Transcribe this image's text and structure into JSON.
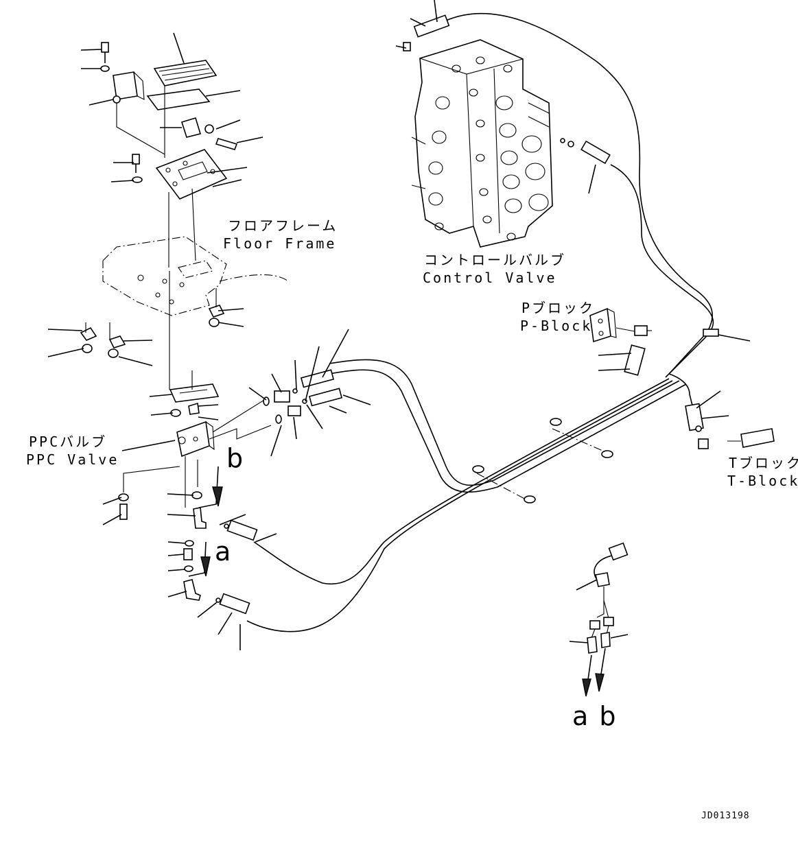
{
  "labels": {
    "floor_frame_ja": "フロアフレーム",
    "floor_frame_en": "Floor Frame",
    "control_valve_ja": "コントロールバルブ",
    "control_valve_en": "Control Valve",
    "p_block_ja": "Pブロック",
    "p_block_en": "P-Block",
    "ppc_valve_ja": "PPCバルブ",
    "ppc_valve_en": "PPC Valve",
    "t_block_ja": "Tブロック",
    "t_block_en": "T-Block"
  },
  "port_marks": {
    "a": "a",
    "b": "b",
    "ab_bottom": "a b"
  },
  "drawing_code": "JD013198"
}
